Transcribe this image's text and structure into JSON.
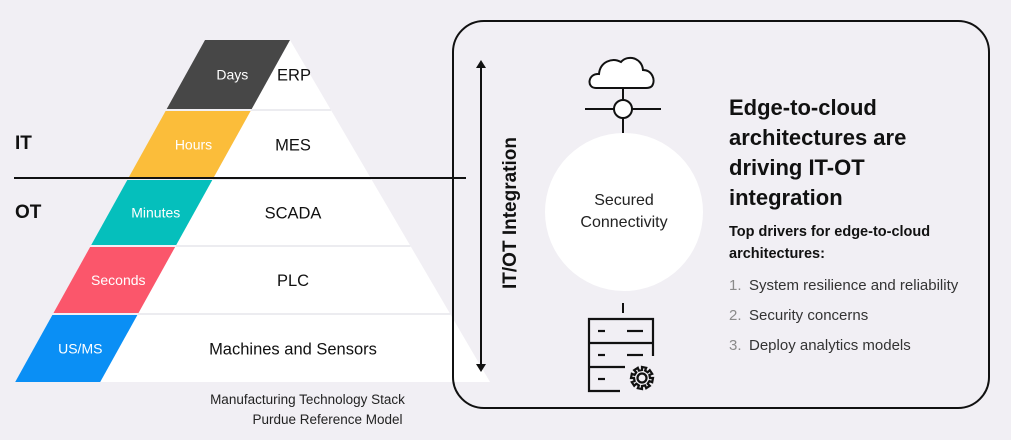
{
  "pyramid": {
    "layers": [
      {
        "system": "ERP",
        "timescale": "Days",
        "color": "#474747"
      },
      {
        "system": "MES",
        "timescale": "Hours",
        "color": "#fbbd3a"
      },
      {
        "system": "SCADA",
        "timescale": "Minutes",
        "color": "#05bfbc"
      },
      {
        "system": "PLC",
        "timescale": "Seconds",
        "color": "#fb566b"
      },
      {
        "system": "Machines and Sensors",
        "timescale": "US/MS",
        "color": "#0a8ff5"
      }
    ],
    "it_label": "IT",
    "ot_label": "OT",
    "caption_line1": "Manufacturing Technology Stack",
    "caption_line2": "Purdue Reference Model"
  },
  "integration": {
    "axis_label": "IT/OT Integration",
    "circle_line1": "Secured",
    "circle_line2": "Connectivity",
    "top_icon": "cloud-icon",
    "bottom_icon": "server-gear-icon"
  },
  "summary": {
    "headline": "Edge-to-cloud architectures are driving IT-OT integration",
    "drivers_title": "Top drivers for edge-to-cloud architectures:",
    "drivers": [
      {
        "num": "1.",
        "text": "System resilience and reliability"
      },
      {
        "num": "2.",
        "text": "Security concerns"
      },
      {
        "num": "3.",
        "text": "Deploy analytics models"
      }
    ]
  }
}
